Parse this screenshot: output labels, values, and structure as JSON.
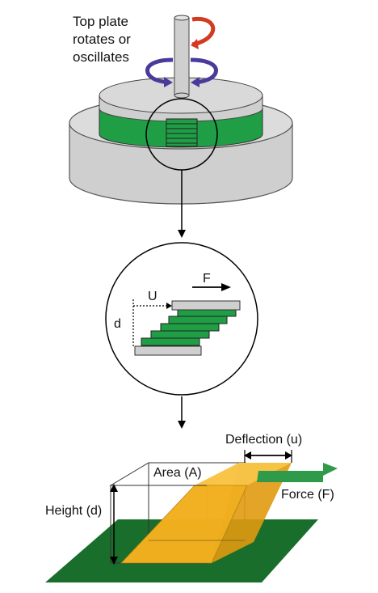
{
  "rheometer": {
    "label_line1": "Top plate",
    "label_line2": "rotates or",
    "label_line3": "oscillates",
    "colors": {
      "sample": "#1f9e45",
      "plate": "#cfcfcf",
      "rotate_red": "#d23b22",
      "rotate_purple": "#4a3a9a"
    }
  },
  "zoom": {
    "force_label": "F",
    "displacement_label": "U",
    "gap_label": "d"
  },
  "shear_block": {
    "deflection_label": "Deflection (u)",
    "area_label": "Area (A)",
    "height_label": "Height (d)",
    "force_label": "Force (F)",
    "colors": {
      "block": "#f2b01e",
      "base": "#1a6e2c",
      "arrow": "#2e9a4a"
    }
  }
}
